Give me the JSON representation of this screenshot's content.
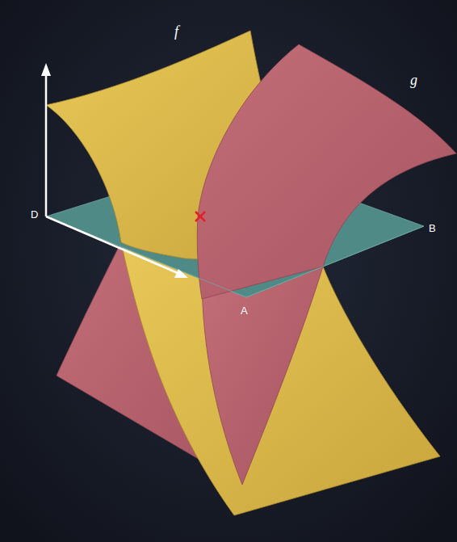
{
  "diagram": {
    "labels": [
      "f",
      "g",
      "D",
      "B",
      "A"
    ]
  }
}
